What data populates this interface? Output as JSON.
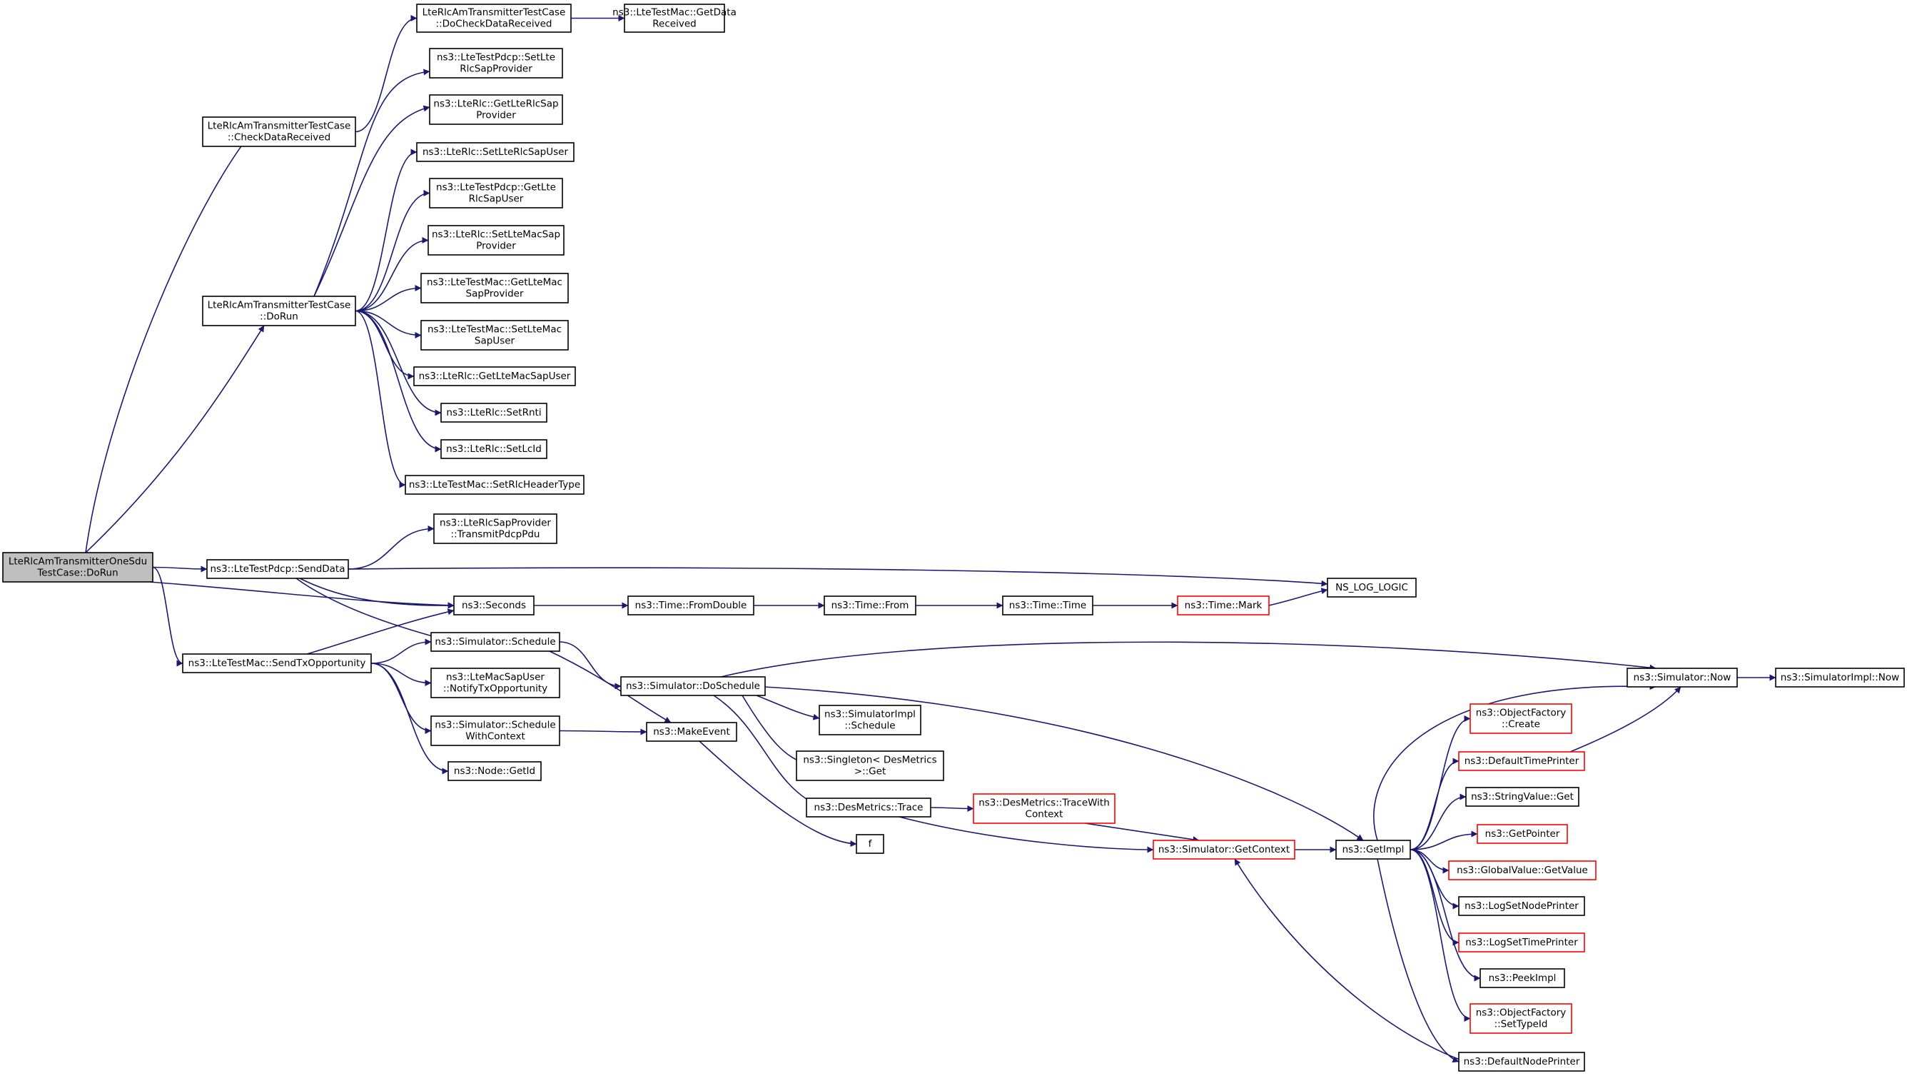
{
  "diagram": {
    "nodes": [
      {
        "id": "root",
        "lines": [
          "LteRlcAmTransmitterOneSdu",
          "TestCase::DoRun"
        ],
        "style": "root"
      },
      {
        "id": "checkData",
        "lines": [
          "LteRlcAmTransmitterTestCase",
          "::CheckDataReceived"
        ]
      },
      {
        "id": "doCheck",
        "lines": [
          "LteRlcAmTransmitterTestCase",
          "::DoCheckDataReceived"
        ]
      },
      {
        "id": "getData",
        "lines": [
          "ns3::LteTestMac::GetData",
          "Received"
        ]
      },
      {
        "id": "doRun",
        "lines": [
          "LteRlcAmTransmitterTestCase",
          "::DoRun"
        ]
      },
      {
        "id": "setLteRlcSapProvider",
        "lines": [
          "ns3::LteTestPdcp::SetLte",
          "RlcSapProvider"
        ]
      },
      {
        "id": "getLteRlcSapProvider",
        "lines": [
          "ns3::LteRlc::GetLteRlcSap",
          "Provider"
        ]
      },
      {
        "id": "setLteRlcSapUser",
        "lines": [
          "ns3::LteRlc::SetLteRlcSapUser"
        ]
      },
      {
        "id": "getLteRlcSapUser",
        "lines": [
          "ns3::LteTestPdcp::GetLte",
          "RlcSapUser"
        ]
      },
      {
        "id": "setLteMacSapProvider",
        "lines": [
          "ns3::LteRlc::SetLteMacSap",
          "Provider"
        ]
      },
      {
        "id": "getLteMacSapProvider",
        "lines": [
          "ns3::LteTestMac::GetLteMac",
          "SapProvider"
        ]
      },
      {
        "id": "setLteMacSapUser",
        "lines": [
          "ns3::LteTestMac::SetLteMac",
          "SapUser"
        ]
      },
      {
        "id": "getLteMacSapUser",
        "lines": [
          "ns3::LteRlc::GetLteMacSapUser"
        ]
      },
      {
        "id": "setRnti",
        "lines": [
          "ns3::LteRlc::SetRnti"
        ]
      },
      {
        "id": "setLcId",
        "lines": [
          "ns3::LteRlc::SetLcId"
        ]
      },
      {
        "id": "setRlcHeaderType",
        "lines": [
          "ns3::LteTestMac::SetRlcHeaderType"
        ]
      },
      {
        "id": "transmitPdcpPdu",
        "lines": [
          "ns3::LteRlcSapProvider",
          "::TransmitPdcpPdu"
        ]
      },
      {
        "id": "sendData",
        "lines": [
          "ns3::LteTestPdcp::SendData"
        ]
      },
      {
        "id": "nsLogLogic",
        "lines": [
          "NS_LOG_LOGIC"
        ]
      },
      {
        "id": "seconds",
        "lines": [
          "ns3::Seconds"
        ]
      },
      {
        "id": "fromDouble",
        "lines": [
          "ns3::Time::FromDouble"
        ]
      },
      {
        "id": "timeFrom",
        "lines": [
          "ns3::Time::From"
        ]
      },
      {
        "id": "timeTime",
        "lines": [
          "ns3::Time::Time"
        ]
      },
      {
        "id": "timeMark",
        "lines": [
          "ns3::Time::Mark"
        ],
        "style": "red"
      },
      {
        "id": "sendTxOpp",
        "lines": [
          "ns3::LteTestMac::SendTxOpportunity"
        ]
      },
      {
        "id": "schedule",
        "lines": [
          "ns3::Simulator::Schedule"
        ]
      },
      {
        "id": "doSchedule",
        "lines": [
          "ns3::Simulator::DoSchedule"
        ]
      },
      {
        "id": "simNow",
        "lines": [
          "ns3::Simulator::Now"
        ]
      },
      {
        "id": "simImplNow",
        "lines": [
          "ns3::SimulatorImpl::Now"
        ]
      },
      {
        "id": "notifyTxOpp",
        "lines": [
          "ns3::LteMacSapUser",
          "::NotifyTxOpportunity"
        ]
      },
      {
        "id": "simImplSchedule",
        "lines": [
          "ns3::SimulatorImpl",
          "::Schedule"
        ]
      },
      {
        "id": "scheduleWithContext",
        "lines": [
          "ns3::Simulator::Schedule",
          "WithContext"
        ]
      },
      {
        "id": "makeEvent",
        "lines": [
          "ns3::MakeEvent"
        ]
      },
      {
        "id": "singletonGet",
        "lines": [
          "ns3::Singleton< DesMetrics",
          " >::Get"
        ]
      },
      {
        "id": "nodeGetId",
        "lines": [
          "ns3::Node::GetId"
        ]
      },
      {
        "id": "desTrace",
        "lines": [
          "ns3::DesMetrics::Trace"
        ]
      },
      {
        "id": "desTraceWith",
        "lines": [
          "ns3::DesMetrics::TraceWith",
          "Context"
        ],
        "style": "red"
      },
      {
        "id": "fNode",
        "lines": [
          "f"
        ]
      },
      {
        "id": "getContext",
        "lines": [
          "ns3::Simulator::GetContext"
        ],
        "style": "red"
      },
      {
        "id": "getImpl",
        "lines": [
          "ns3::GetImpl"
        ]
      },
      {
        "id": "objFactoryCreate",
        "lines": [
          "ns3::ObjectFactory",
          "::Create"
        ],
        "style": "red"
      },
      {
        "id": "defaultTimePrinter",
        "lines": [
          "ns3::DefaultTimePrinter"
        ],
        "style": "red"
      },
      {
        "id": "stringValueGet",
        "lines": [
          "ns3::StringValue::Get"
        ]
      },
      {
        "id": "getPointer",
        "lines": [
          "ns3::GetPointer"
        ],
        "style": "red"
      },
      {
        "id": "globalValueGet",
        "lines": [
          "ns3::GlobalValue::GetValue"
        ],
        "style": "red"
      },
      {
        "id": "logSetNodePrinter",
        "lines": [
          "ns3::LogSetNodePrinter"
        ]
      },
      {
        "id": "logSetTimePrinter",
        "lines": [
          "ns3::LogSetTimePrinter"
        ],
        "style": "red"
      },
      {
        "id": "peekImpl",
        "lines": [
          "ns3::PeekImpl"
        ]
      },
      {
        "id": "objFactorySetTypeId",
        "lines": [
          "ns3::ObjectFactory",
          "::SetTypeId"
        ],
        "style": "red"
      },
      {
        "id": "defaultNodePrinter",
        "lines": [
          "ns3::DefaultNodePrinter"
        ]
      }
    ],
    "edges": [
      [
        "root",
        "checkData"
      ],
      [
        "root",
        "doRun"
      ],
      [
        "root",
        "sendData"
      ],
      [
        "root",
        "seconds"
      ],
      [
        "root",
        "sendTxOpp"
      ],
      [
        "checkData",
        "doCheck"
      ],
      [
        "doCheck",
        "getData"
      ],
      [
        "doRun",
        "setLteRlcSapProvider"
      ],
      [
        "doRun",
        "getLteRlcSapProvider"
      ],
      [
        "doRun",
        "setLteRlcSapUser"
      ],
      [
        "doRun",
        "getLteRlcSapUser"
      ],
      [
        "doRun",
        "setLteMacSapProvider"
      ],
      [
        "doRun",
        "getLteMacSapProvider"
      ],
      [
        "doRun",
        "setLteMacSapUser"
      ],
      [
        "doRun",
        "getLteMacSapUser"
      ],
      [
        "doRun",
        "setRnti"
      ],
      [
        "doRun",
        "setLcId"
      ],
      [
        "doRun",
        "setRlcHeaderType"
      ],
      [
        "sendData",
        "transmitPdcpPdu"
      ],
      [
        "sendData",
        "nsLogLogic"
      ],
      [
        "sendData",
        "seconds"
      ],
      [
        "sendData",
        "schedule"
      ],
      [
        "seconds",
        "fromDouble"
      ],
      [
        "fromDouble",
        "timeFrom"
      ],
      [
        "timeFrom",
        "timeTime"
      ],
      [
        "timeTime",
        "timeMark"
      ],
      [
        "timeMark",
        "nsLogLogic"
      ],
      [
        "sendTxOpp",
        "seconds"
      ],
      [
        "sendTxOpp",
        "schedule"
      ],
      [
        "sendTxOpp",
        "notifyTxOpp"
      ],
      [
        "sendTxOpp",
        "scheduleWithContext"
      ],
      [
        "sendTxOpp",
        "nodeGetId"
      ],
      [
        "schedule",
        "doSchedule"
      ],
      [
        "schedule",
        "makeEvent"
      ],
      [
        "doSchedule",
        "simNow"
      ],
      [
        "doSchedule",
        "simImplSchedule"
      ],
      [
        "doSchedule",
        "singletonGet"
      ],
      [
        "doSchedule",
        "desTrace"
      ],
      [
        "doSchedule",
        "getImpl"
      ],
      [
        "simNow",
        "simImplNow"
      ],
      [
        "scheduleWithContext",
        "makeEvent"
      ],
      [
        "makeEvent",
        "fNode"
      ],
      [
        "desTrace",
        "desTraceWith"
      ],
      [
        "desTrace",
        "getContext"
      ],
      [
        "desTraceWith",
        "getContext"
      ],
      [
        "getContext",
        "getImpl"
      ],
      [
        "getImpl",
        "simNow"
      ],
      [
        "getImpl",
        "objFactoryCreate"
      ],
      [
        "getImpl",
        "defaultTimePrinter"
      ],
      [
        "getImpl",
        "stringValueGet"
      ],
      [
        "getImpl",
        "getPointer"
      ],
      [
        "getImpl",
        "globalValueGet"
      ],
      [
        "getImpl",
        "logSetNodePrinter"
      ],
      [
        "getImpl",
        "logSetTimePrinter"
      ],
      [
        "getImpl",
        "peekImpl"
      ],
      [
        "getImpl",
        "objFactorySetTypeId"
      ],
      [
        "getImpl",
        "defaultNodePrinter"
      ],
      [
        "defaultTimePrinter",
        "simNow"
      ],
      [
        "defaultNodePrinter",
        "getContext"
      ]
    ]
  }
}
